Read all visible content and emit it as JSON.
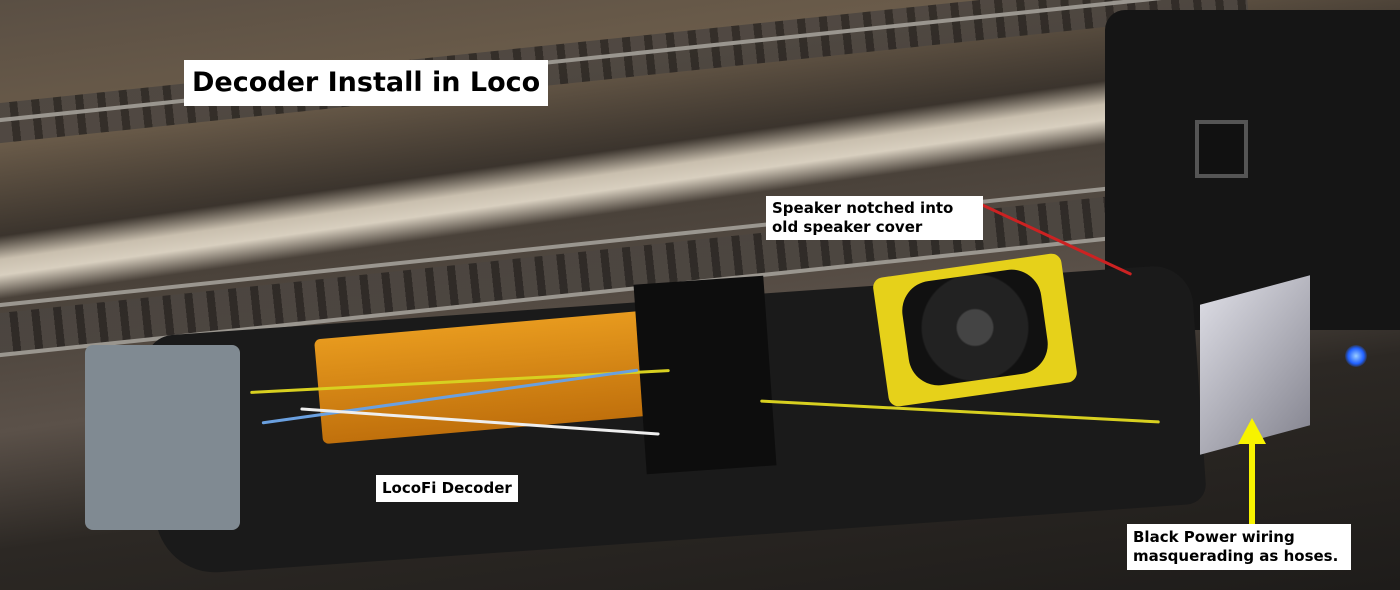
{
  "annotations": {
    "title": "Decoder Install in Loco",
    "speaker": [
      "Speaker notched into",
      "old speaker cover"
    ],
    "decoder": "LocoFi Decoder",
    "power": [
      "Black Power wiring",
      "masquerading as hoses."
    ]
  },
  "colors": {
    "arrow": "#f7f300",
    "label_bg": "#ffffff",
    "label_text": "#000000"
  }
}
